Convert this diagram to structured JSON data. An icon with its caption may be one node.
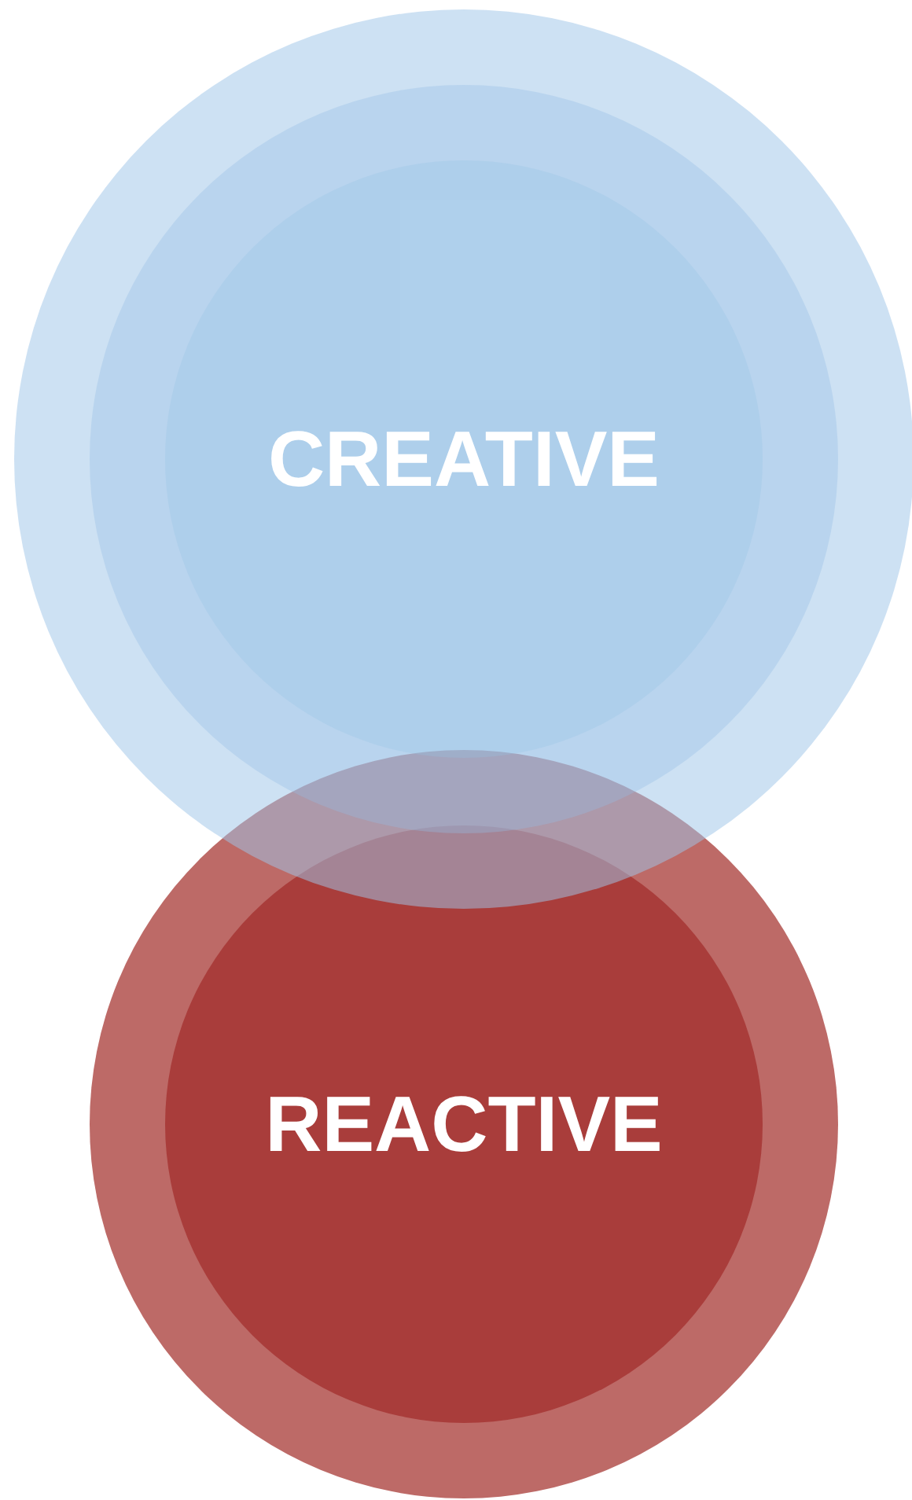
{
  "diagram": {
    "nodes": [
      {
        "text": [],
        "shape": "circle"
      },
      {
        "text": [],
        "shape": "circle",
        "in": 0
      },
      {
        "text": [
          "CREATIVE"
        ],
        "in": 1
      },
      {
        "text": [],
        "shape": "circle"
      },
      {
        "text": [
          "REACTIVE"
        ],
        "in": 3
      }
    ]
  }
}
